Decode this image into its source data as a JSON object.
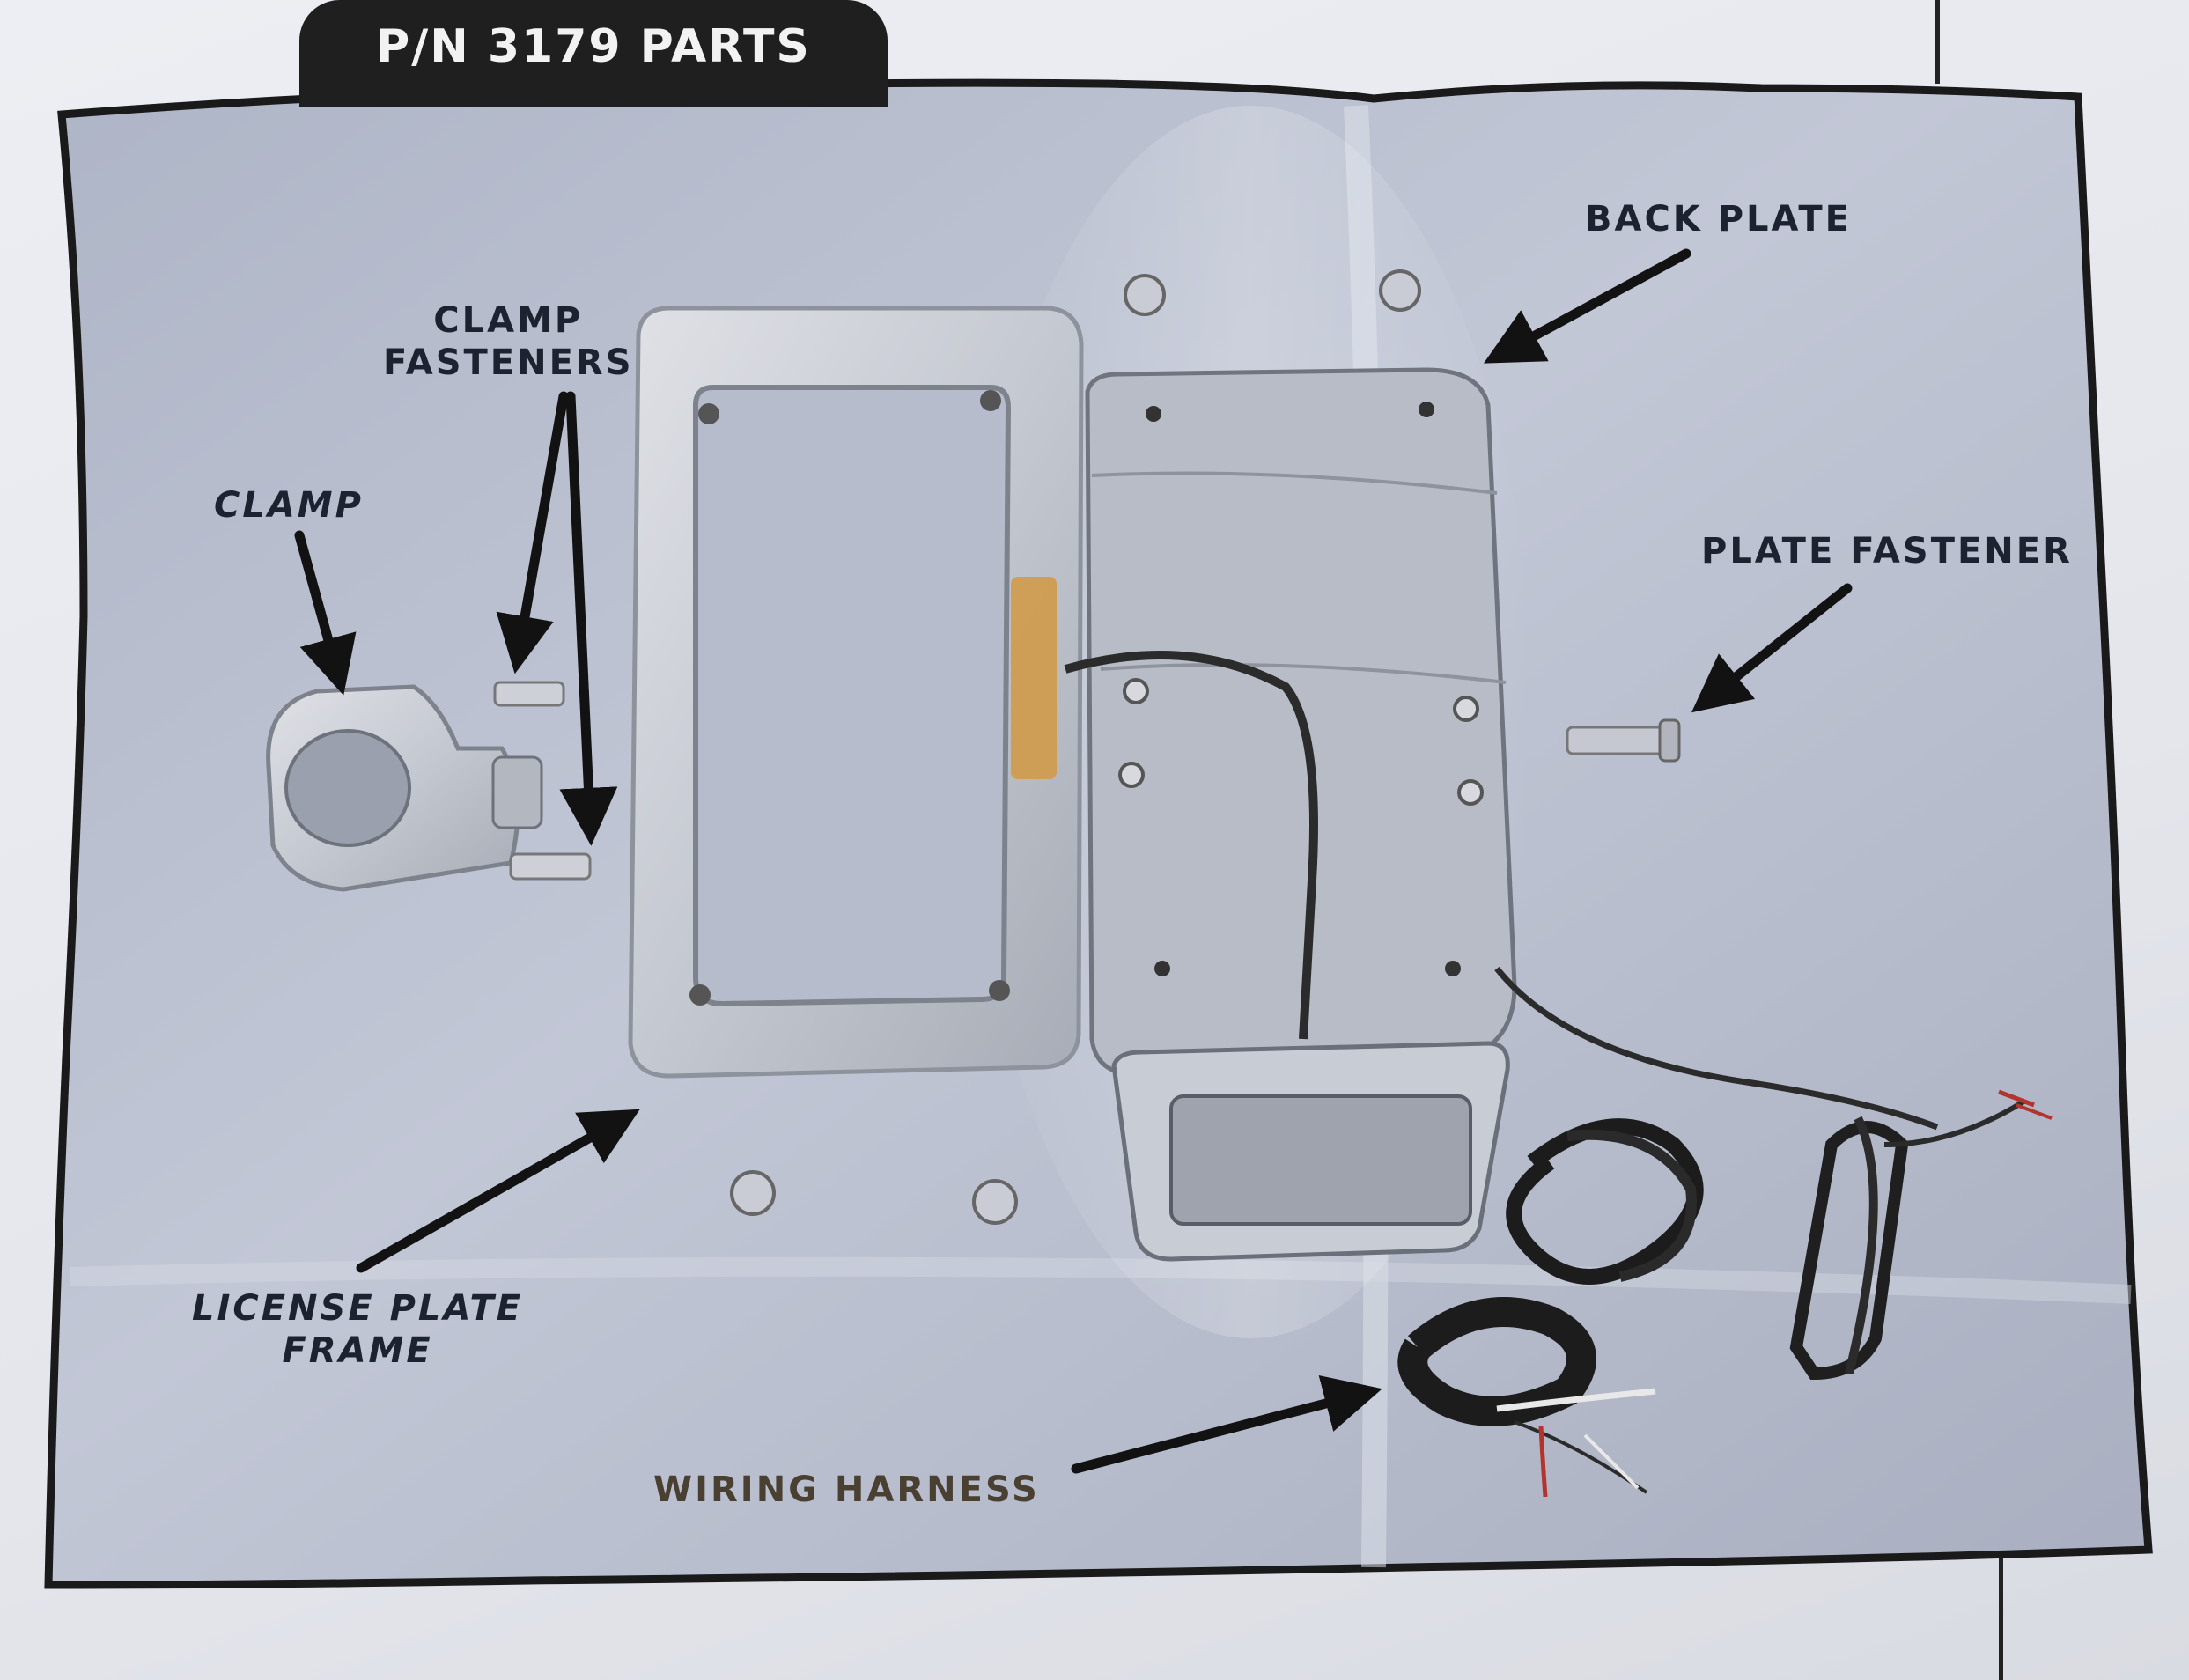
{
  "title": "P/N 3179 PARTS",
  "labels": {
    "back_plate": "BACK PLATE",
    "clamp_fasteners_line1": "CLAMP",
    "clamp_fasteners_line2": "FASTENERS",
    "clamp": "CLAMP",
    "plate_fastener": "PLATE FASTENER",
    "license_plate_frame_line1": "LICENSE PLATE",
    "license_plate_frame_line2": "FRAME",
    "wiring_harness": "WIRING HARNESS"
  },
  "colors": {
    "photo_background": "#b9bfcf",
    "frame_border": "#1a1a1a",
    "arrow": "#121212",
    "tab": "#1f1f1f",
    "wire_red": "#b3342c"
  }
}
